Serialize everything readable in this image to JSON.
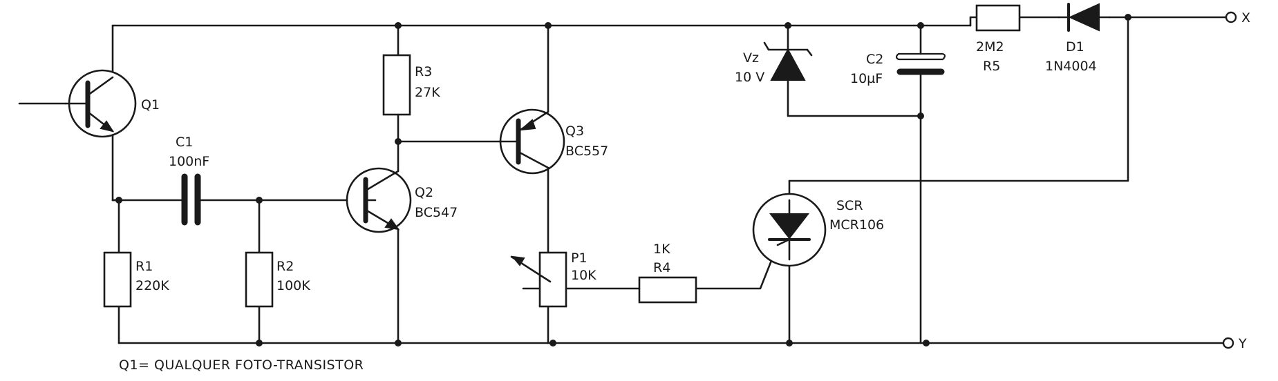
{
  "components": {
    "q1": {
      "ref": "Q1"
    },
    "c1": {
      "ref": "C1",
      "value": "100nF"
    },
    "r1": {
      "ref": "R1",
      "value": "220K"
    },
    "r2": {
      "ref": "R2",
      "value": "100K"
    },
    "r3": {
      "ref": "R3",
      "value": "27K"
    },
    "q2": {
      "ref": "Q2",
      "value": "BC547"
    },
    "q3": {
      "ref": "Q3",
      "value": "BC557"
    },
    "p1": {
      "ref": "P1",
      "value": "10K"
    },
    "r4": {
      "ref": "R4",
      "value": "1K"
    },
    "scr": {
      "ref": "SCR",
      "value": "MCR106"
    },
    "vz": {
      "ref": "Vz",
      "value": "10 V"
    },
    "c2": {
      "ref": "C2",
      "value": "10µF"
    },
    "r5": {
      "ref": "R5",
      "value": "2M2"
    },
    "d1": {
      "ref": "D1",
      "value": "1N4004"
    }
  },
  "terminals": {
    "x": "X",
    "y": "Y"
  },
  "footnote": "Q1= QUALQUER FOTO-TRANSISTOR"
}
